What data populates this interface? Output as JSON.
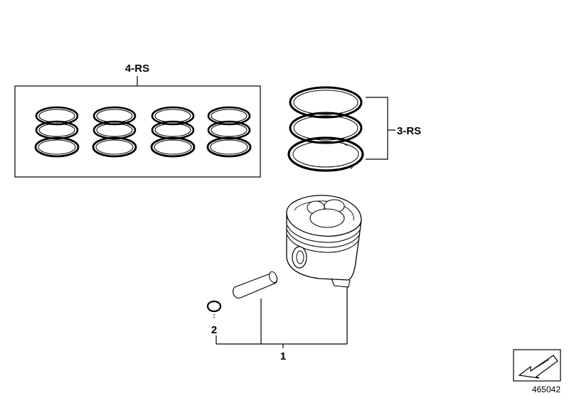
{
  "callouts": {
    "ring_set_4": "4-RS",
    "ring_set_3": "3-RS",
    "piston": "1",
    "circlip": "2"
  },
  "diagram_ref": "465042",
  "nav_icon": "arrow-icon"
}
